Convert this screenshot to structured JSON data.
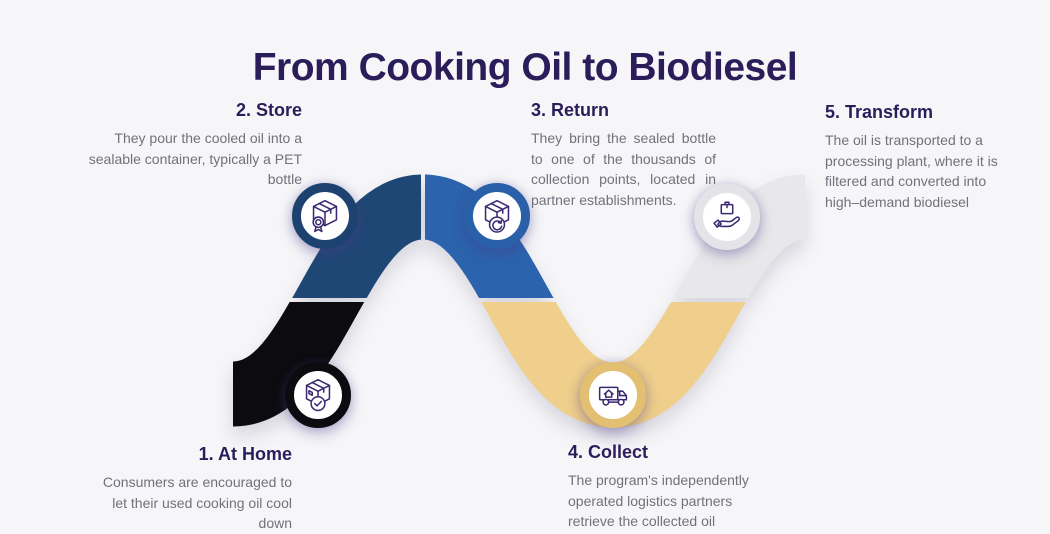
{
  "title": "From Cooking Oil to Biodiesel",
  "colors": {
    "background": "#f6f6f8",
    "title_text": "#2b1d5a",
    "body_text": "#71717c",
    "icon_stroke": "#3b2a72"
  },
  "steps": [
    {
      "heading": "1. At Home",
      "body": "Consumers are encouraged to let their used cooking oil cool down",
      "ribbon_color": "#0c0c10",
      "ring_color": "#0c0c10",
      "icon": "box-check-icon"
    },
    {
      "heading": "2. Store",
      "body": "They pour the cooled oil into a sealable container, typically a PET bottle",
      "ribbon_color": "#1f4775",
      "ring_color": "#1d4270",
      "icon": "box-seal-icon"
    },
    {
      "heading": "3. Return",
      "body": "They bring the sealed bottle to one of the thousands of collection points, located in partner establishments.",
      "ribbon_color": "#2b63ad",
      "ring_color": "#2a60a8",
      "icon": "box-return-icon"
    },
    {
      "heading": "4. Collect",
      "body": "The program's independently operated logistics partners retrieve the collected oil",
      "ribbon_color": "#efcf8b",
      "ring_color": "#e3bf72",
      "icon": "delivery-truck-icon"
    },
    {
      "heading": "5. Transform",
      "body": "The oil is transported to a processing plant, where it is filtered and converted into high–demand biodiesel",
      "ribbon_color": "#e8e8ea",
      "ring_color": "#e4e4e8",
      "icon": "hand-box-icon"
    }
  ]
}
